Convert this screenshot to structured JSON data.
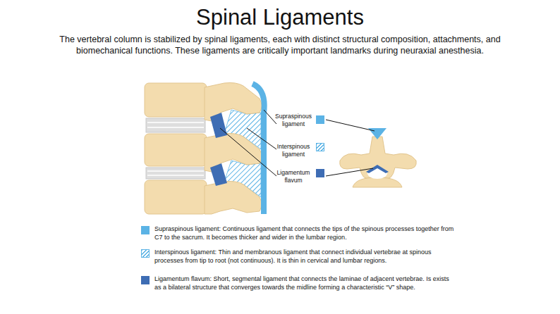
{
  "diagram": {
    "title": "Spinal Ligaments",
    "caption": "The vertebral column is stabilized by spinal ligaments, each with distinct structural composition, attachments, and biomechanical functions. These ligaments are critically important landmarks during neuraxial anesthesia.",
    "legend": [
      {
        "text": "Supraspinous ligament",
        "color": "#5BB3E5"
      },
      {
        "text": "Interspinous ligament"
      },
      {
        "text": "Ligamentum flavum",
        "color": "#3E6DB4"
      },
      {
        "text": "Supraspinous ligament: Continuous ligament that connects the tips of the spinous processes together from C7 to the sacrum. It becomes thicker and wider in the lumbar region.",
        "color": "#5BB3E5"
      },
      {
        "text": "Interspinous ligament: Thin and membranous ligament that connect individual vertebrae at spinous processes from tip to root (not continuous). It is thin in cervical and lumbar regions."
      },
      {
        "text": "Ligamentum flavum: Short, segmental ligament that connects the laminae of adjacent vertebrae. Is exists as a bilateral structure that converges towards the midline forming a characteristic “V” shape.",
        "color": "#3E6DB4"
      }
    ]
  }
}
